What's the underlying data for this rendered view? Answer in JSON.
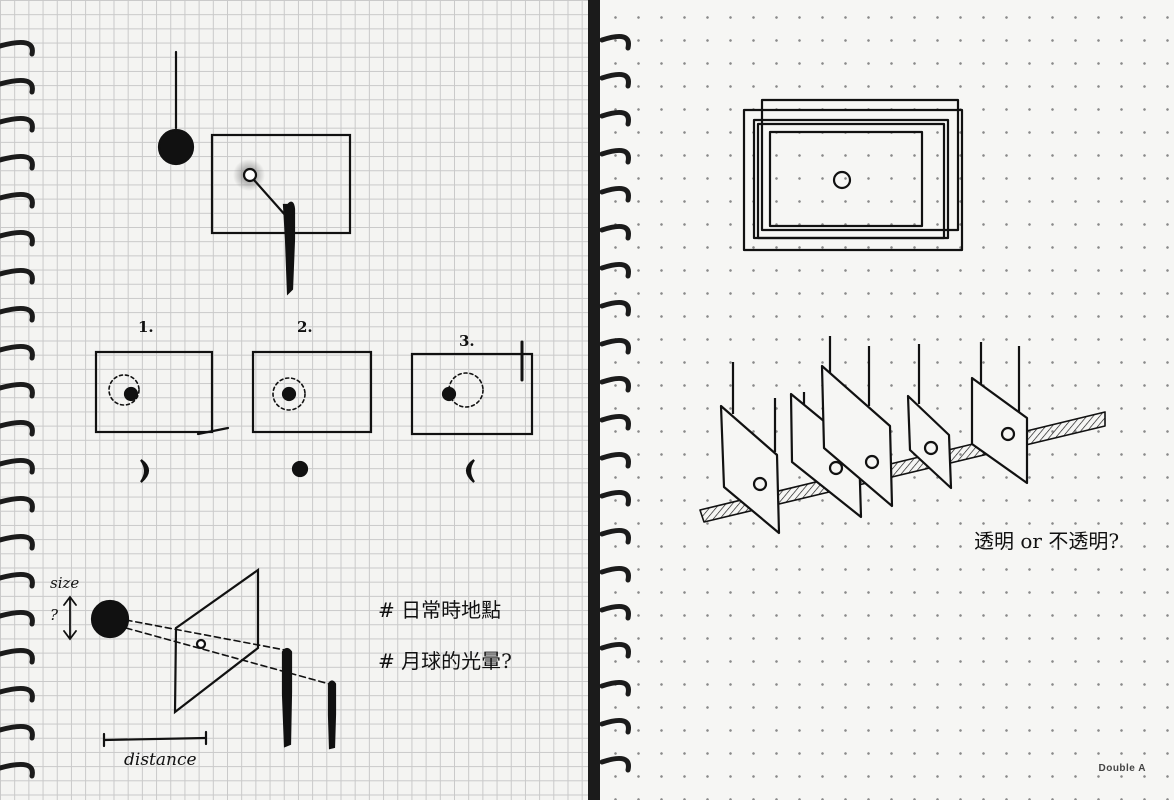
{
  "left_page": {
    "panel_labels": [
      "1.",
      "2.",
      "3."
    ],
    "size_label": "size",
    "size_question": "?",
    "distance_label": "distance",
    "notes": [
      "# 日常時地點",
      "# 月球的光暈?"
    ]
  },
  "right_page": {
    "question": "透明 or 不透明?",
    "brand": "Double A"
  },
  "colors": {
    "ink": "#111111",
    "grid_line": "#c9c9c9",
    "paper": "#f4f4f2",
    "spiral": "#1b1b1b"
  }
}
